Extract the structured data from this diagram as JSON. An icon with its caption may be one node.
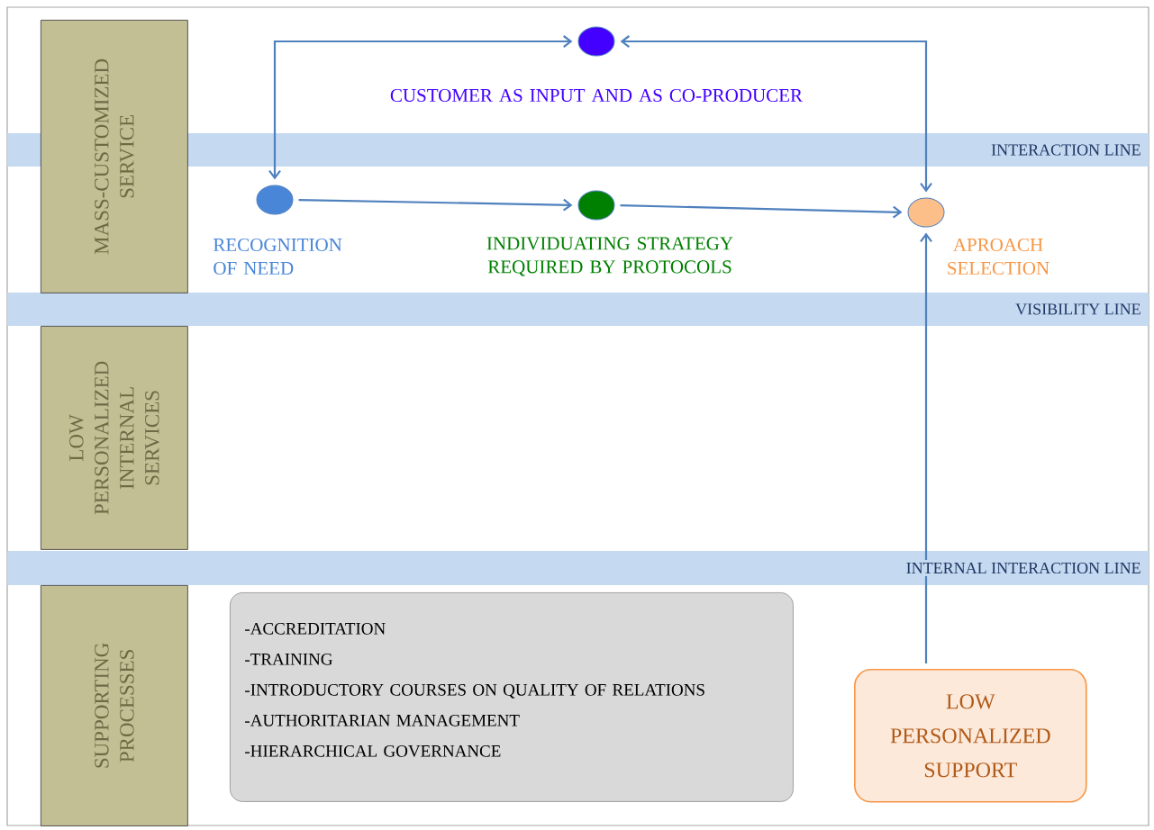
{
  "diagram": {
    "nodes": [
      {
        "text": [
          "MASS-CUSTOMIZED SERVICE"
        ]
      },
      {
        "text": [
          "LOW PERSONALIZED INTERNAL SERVICES"
        ]
      },
      {
        "text": [
          "SUPPORTING PROCESSES"
        ]
      },
      {
        "text": [],
        "shape": "circle",
        "beside": [
          "CUSTOMER AS INPUT AND AS CO-PRODUCER"
        ]
      },
      {
        "text": [],
        "shape": "circle",
        "beside": [
          "RECOGNITION OF NEED"
        ]
      },
      {
        "text": [],
        "shape": "circle",
        "beside": [
          "INDIVIDUATING STRATEGY REQUIRED BY PROTOCOLS"
        ]
      },
      {
        "text": [],
        "shape": "circle",
        "beside": [
          "APROACH SELECTION"
        ]
      },
      {
        "text": [
          "-ACCREDITATION",
          "-TRAINING",
          "-INTRODUCTORY COURSES ON QUALITY OF RELATIONS",
          "-AUTHORITARIAN MANAGEMENT",
          "-HIERARCHICAL GOVERNANCE"
        ]
      },
      {
        "text": [
          "LOW PERSONALIZED SUPPORT"
        ]
      }
    ],
    "edges": [
      {
        "from": 4,
        "to": 3,
        "arrow": "both"
      },
      {
        "from": 3,
        "to": 6,
        "arrow": "both"
      },
      {
        "from": 4,
        "to": 5,
        "arrow": "to"
      },
      {
        "from": 5,
        "to": 6,
        "arrow": "to"
      },
      {
        "from": 8,
        "to": 6,
        "arrow": "to"
      }
    ],
    "labels": [
      "INTERACTION LINE",
      "VISIBILITY LINE",
      "INTERNAL INTERACTION LINE"
    ]
  }
}
